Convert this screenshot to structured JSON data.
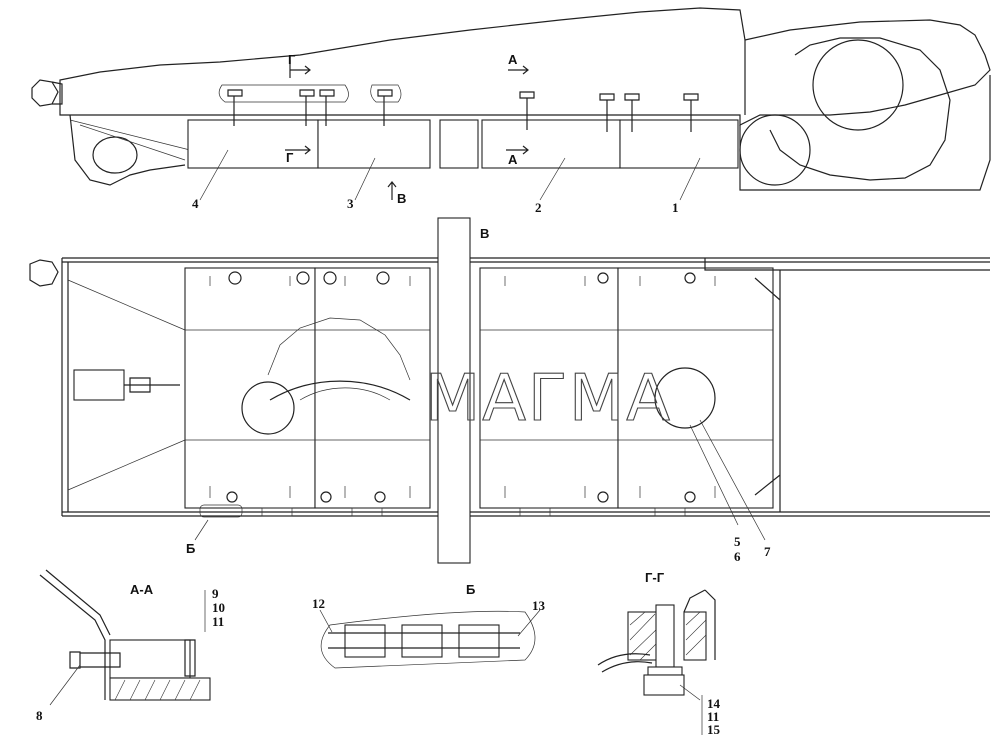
{
  "callouts": {
    "n1": "1",
    "n2": "2",
    "n3": "3",
    "n4": "4",
    "n5": "5",
    "n6": "6",
    "n7": "7",
    "n8": "8",
    "n9": "9",
    "n10": "10",
    "n11": "11",
    "n12": "12",
    "n13": "13",
    "n14": "14",
    "n11b": "11",
    "n15": "15"
  },
  "section_marks": {
    "a_top": "А",
    "a_bottom": "А",
    "g_top": "Г",
    "g_bottom": "Г",
    "v_arrow": "В",
    "v_view": "В",
    "b_mark": "Б"
  },
  "detail_titles": {
    "aa": "А-А",
    "b": "Б",
    "gg": "Г-Г"
  },
  "watermark": {
    "text": "МАГМА"
  }
}
